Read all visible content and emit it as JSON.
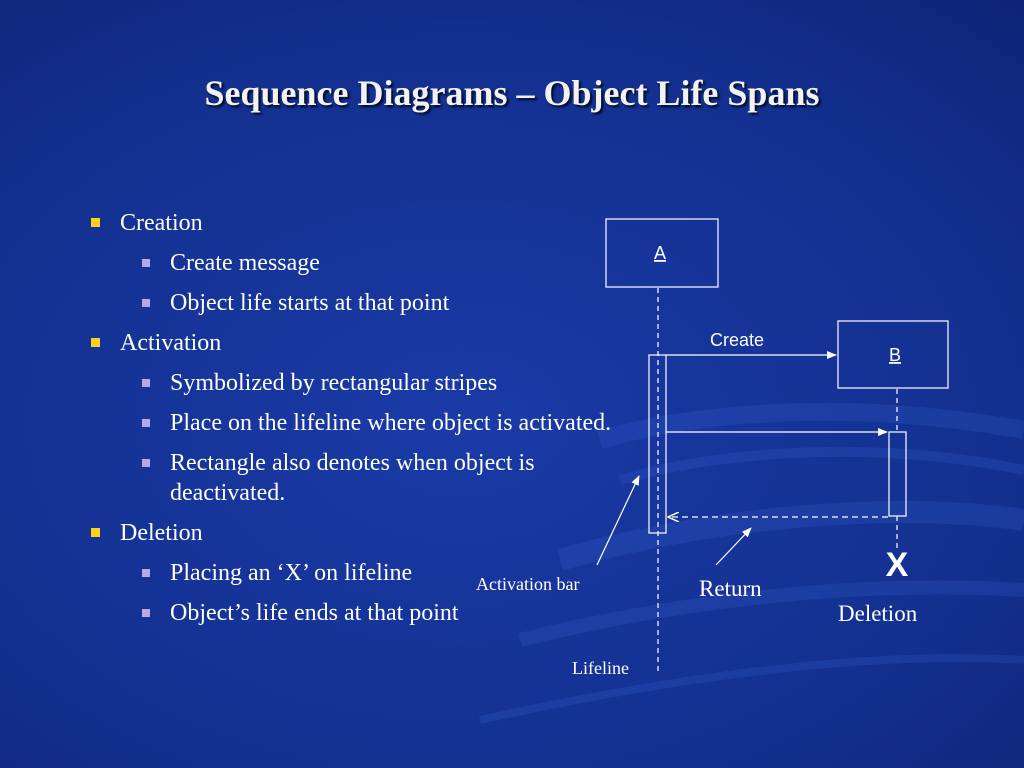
{
  "slide": {
    "title": "Sequence Diagrams – Object Life Spans"
  },
  "bullets": [
    {
      "level": 1,
      "text": "Creation"
    },
    {
      "level": 2,
      "text": "Create message"
    },
    {
      "level": 2,
      "text": "Object life starts at that point"
    },
    {
      "level": 1,
      "text": "Activation"
    },
    {
      "level": 2,
      "text": "Symbolized by rectangular stripes"
    },
    {
      "level": 2,
      "text": "Place on the lifeline where object is activated."
    },
    {
      "level": 2,
      "text": "Rectangle also denotes when object is deactivated."
    },
    {
      "level": 1,
      "text": "Deletion"
    },
    {
      "level": 2,
      "text": "Placing an ‘X’ on lifeline"
    },
    {
      "level": 2,
      "text": "Object’s life ends at that point"
    }
  ],
  "diagram": {
    "object_a": "A",
    "object_b": "B",
    "create_message": "Create",
    "delete_mark": "X",
    "annotations": {
      "activation_bar": "Activation bar",
      "return": "Return",
      "deletion": "Deletion",
      "lifeline": "Lifeline"
    },
    "colors": {
      "bullet_level1": "#ffd21a",
      "bullet_level2": "#b9a8e6",
      "lines": "#ffffff"
    }
  }
}
